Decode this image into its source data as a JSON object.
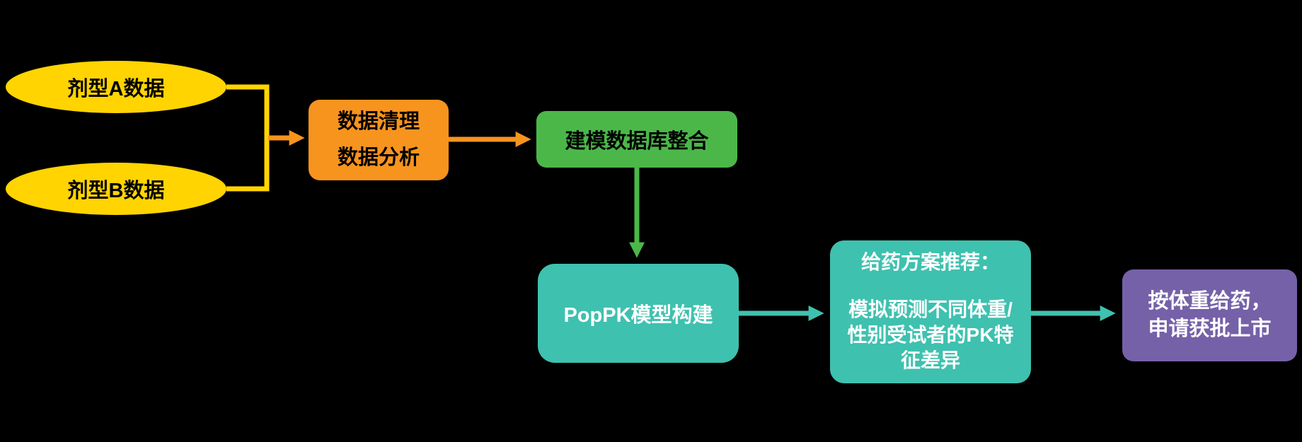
{
  "colors": {
    "background": "#000000",
    "node-yellow": "#FFD400",
    "node-orange": "#F7941E",
    "node-green": "#4BB749",
    "node-teal": "#3FC1AF",
    "node-purple": "#7561A8",
    "text-dark": "#000000",
    "text-light": "#FFFFFF"
  },
  "nodes": {
    "formulation_a": {
      "label": "剂型A数据"
    },
    "formulation_b": {
      "label": "剂型B数据"
    },
    "data_cleaning": {
      "line1": "数据清理",
      "line2": "数据分析"
    },
    "database_integration": {
      "label": "建模数据库整合"
    },
    "poppk_model": {
      "label": "PopPK模型构建"
    },
    "dosing_recommendation": {
      "title": "给药方案推荐：",
      "body": "模拟预测不同体重/性别受试者的PK特征差异"
    },
    "market_approval": {
      "line1": "按体重给药，",
      "line2": "申请获批上市"
    }
  }
}
